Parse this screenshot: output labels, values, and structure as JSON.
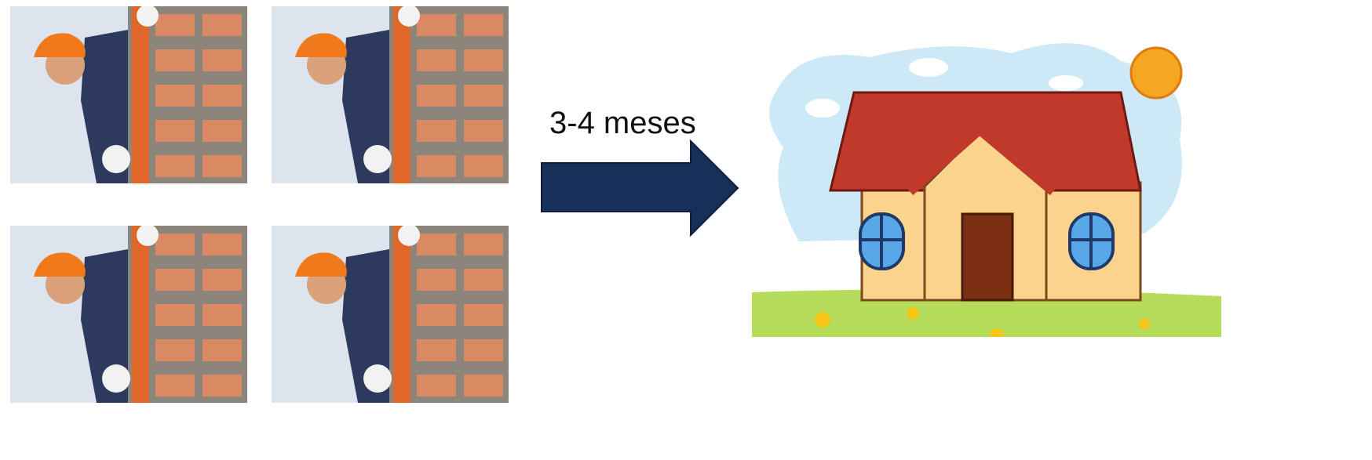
{
  "caption": "3-4 meses",
  "photos": [
    {
      "name": "worker-photo-1"
    },
    {
      "name": "worker-photo-2"
    },
    {
      "name": "worker-photo-3"
    },
    {
      "name": "worker-photo-4"
    }
  ],
  "colors": {
    "arrow": "#17305a",
    "helmet": "#f07a1a",
    "brick": "#d98a62",
    "roof": "#c0392b",
    "wall": "#fbd38d",
    "grass": "#b5dc5a",
    "sun": "#f5a623"
  }
}
